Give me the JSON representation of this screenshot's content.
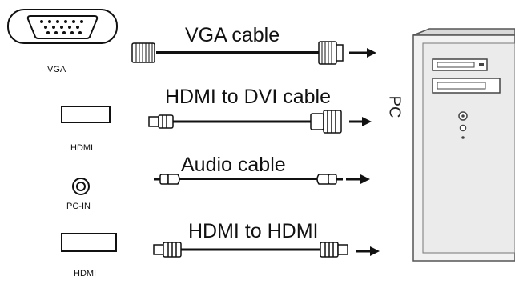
{
  "ports": {
    "vga": "VGA",
    "hdmi1": "HDMI",
    "pc_in": "PC-IN",
    "hdmi2": "HDMI"
  },
  "cables": {
    "vga": "VGA cable",
    "hdmi_dvi": "HDMI to DVI cable",
    "audio": "Audio cable",
    "hdmi_hdmi": "HDMI to HDMI"
  },
  "pc": {
    "label": "PC"
  },
  "colors": {
    "line": "#111111",
    "tower_fill": "#f2f2f2",
    "tower_edge": "#555555"
  }
}
